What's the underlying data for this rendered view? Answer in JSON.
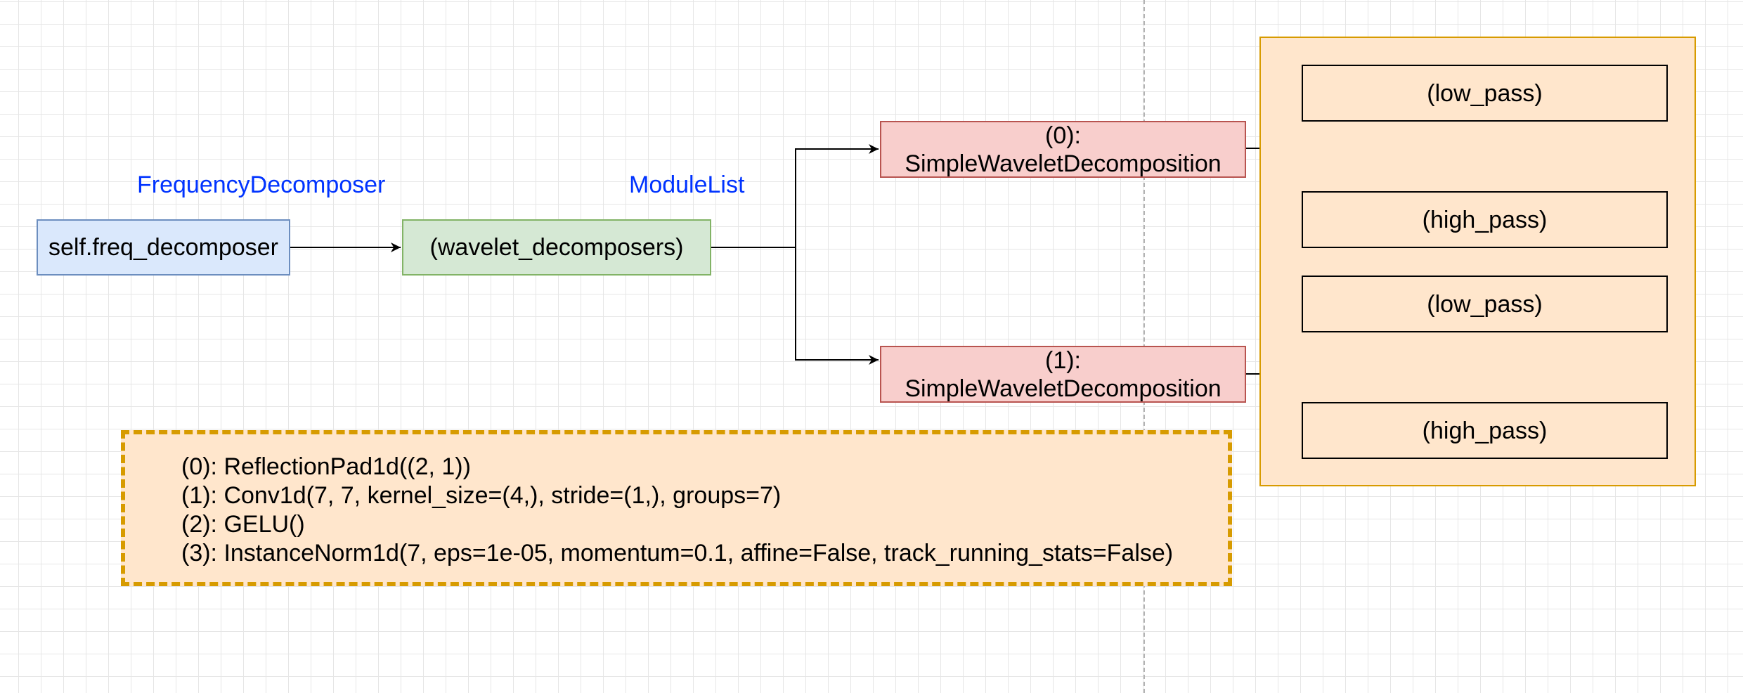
{
  "labels": {
    "frequency_decomposer": "FrequencyDecomposer",
    "module_list": "ModuleList"
  },
  "nodes": {
    "freq_decomposer": "self.freq_decomposer",
    "wavelet_decomposers": "(wavelet_decomposers)",
    "swd0": {
      "index": "(0):",
      "name": "SimpleWaveletDecomposition"
    },
    "swd1": {
      "index": "(1):",
      "name": "SimpleWaveletDecomposition"
    },
    "low_pass_0": "(low_pass)",
    "high_pass_0": "(high_pass)",
    "low_pass_1": "(low_pass)",
    "high_pass_1": "(high_pass)"
  },
  "sequential_layers": [
    "(0): ReflectionPad1d((2, 1))",
    "(1): Conv1d(7, 7, kernel_size=(4,), stride=(1,), groups=7)",
    "(2): GELU()",
    "(3): InstanceNorm1d(7, eps=1e-05, momentum=0.1, affine=False, track_running_stats=False)"
  ],
  "colors": {
    "blue_fill": "#dae8fc",
    "blue_stroke": "#6c8ebf",
    "green_fill": "#d5e8d4",
    "green_stroke": "#82b366",
    "red_fill": "#f8cecc",
    "red_stroke": "#b85450",
    "orange_fill": "#ffe6cc",
    "orange_stroke": "#d79b00",
    "label_text": "#0033ff"
  }
}
